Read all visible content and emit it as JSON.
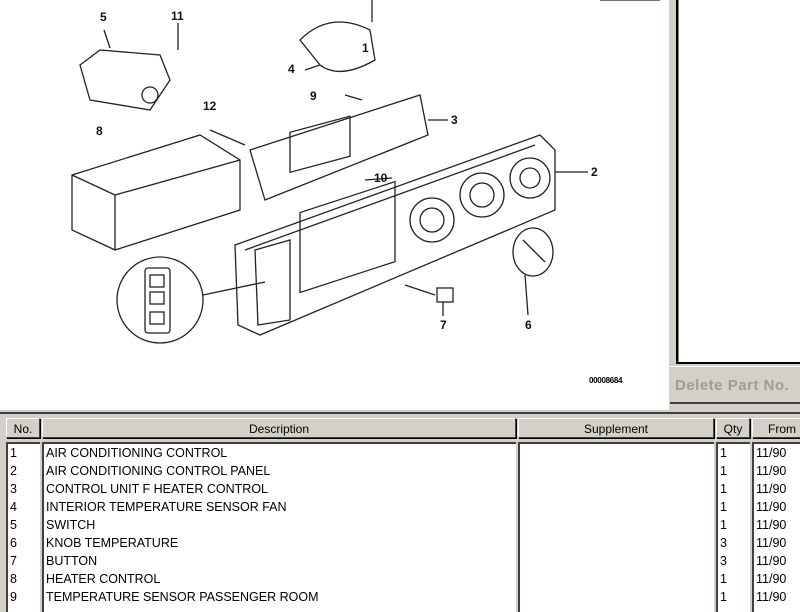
{
  "diagram": {
    "callouts": [
      "1",
      "2",
      "3",
      "4",
      "5",
      "6",
      "7",
      "8",
      "9",
      "10",
      "11",
      "12"
    ],
    "image_id": "00008684"
  },
  "actions": {
    "delete_part_no": "Delete Part No."
  },
  "table": {
    "columns": {
      "no": "No.",
      "description": "Description",
      "supplement": "Supplement",
      "qty": "Qty",
      "from": "From"
    },
    "rows": [
      {
        "no": "1",
        "description": "AIR CONDITIONING CONTROL",
        "supplement": "",
        "qty": "1",
        "from": "11/90"
      },
      {
        "no": "2",
        "description": "AIR CONDITIONING CONTROL PANEL",
        "supplement": "",
        "qty": "1",
        "from": "11/90"
      },
      {
        "no": "3",
        "description": "CONTROL UNIT F HEATER CONTROL",
        "supplement": "",
        "qty": "1",
        "from": "11/90"
      },
      {
        "no": "4",
        "description": "INTERIOR TEMPERATURE SENSOR FAN",
        "supplement": "",
        "qty": "1",
        "from": "11/90"
      },
      {
        "no": "5",
        "description": "SWITCH",
        "supplement": "",
        "qty": "1",
        "from": "11/90"
      },
      {
        "no": "6",
        "description": "KNOB TEMPERATURE",
        "supplement": "",
        "qty": "3",
        "from": "11/90"
      },
      {
        "no": "7",
        "description": "BUTTON",
        "supplement": "",
        "qty": "3",
        "from": "11/90"
      },
      {
        "no": "8",
        "description": "HEATER CONTROL",
        "supplement": "",
        "qty": "1",
        "from": "11/90"
      },
      {
        "no": "9",
        "description": "TEMPERATURE SENSOR PASSENGER ROOM",
        "supplement": "",
        "qty": "1",
        "from": "11/90"
      }
    ]
  }
}
